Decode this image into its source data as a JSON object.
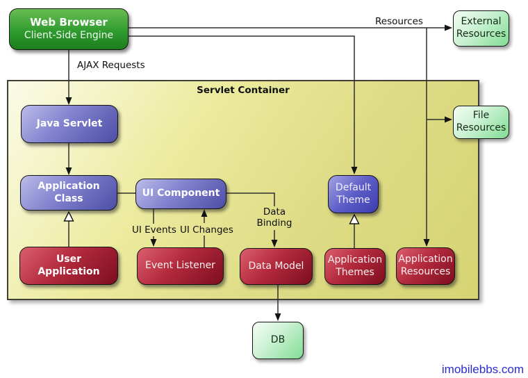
{
  "container": {
    "title": "Servlet Container"
  },
  "nodes": {
    "web_browser": {
      "line1": "Web Browser",
      "line2": "Client-Side Engine"
    },
    "external_resources": {
      "line1": "External",
      "line2": "Resources"
    },
    "file_resources": {
      "line1": "File",
      "line2": "Resources"
    },
    "java_servlet": {
      "label": "Java Servlet"
    },
    "application_class": {
      "line1": "Application",
      "line2": "Class"
    },
    "ui_component": {
      "label": "UI Component"
    },
    "default_theme": {
      "line1": "Default",
      "line2": "Theme"
    },
    "user_application": {
      "line1": "User",
      "line2": "Application"
    },
    "event_listener": {
      "label": "Event Listener"
    },
    "data_model": {
      "label": "Data Model"
    },
    "application_themes": {
      "line1": "Application",
      "line2": "Themes"
    },
    "application_resources": {
      "line1": "Application",
      "line2": "Resources"
    },
    "db": {
      "label": "DB"
    }
  },
  "edge_labels": {
    "ajax_requests": "AJAX Requests",
    "resources": "Resources",
    "ui_events": "UI Events",
    "ui_changes": "UI Changes",
    "data_binding": "Data Binding"
  },
  "watermark": {
    "text": "imobilebbs.com"
  },
  "colors": {
    "browser_green": "#2f9b2f",
    "class_purple": "#6a6ac2",
    "theme_blue": "#4d4dbc",
    "module_red": "#a81f32",
    "container_yellow": "#dddb84",
    "resource_green": "#8fe0a0",
    "line_black": "#2e2e2e",
    "watermark_blue": "#2b2bcf"
  }
}
